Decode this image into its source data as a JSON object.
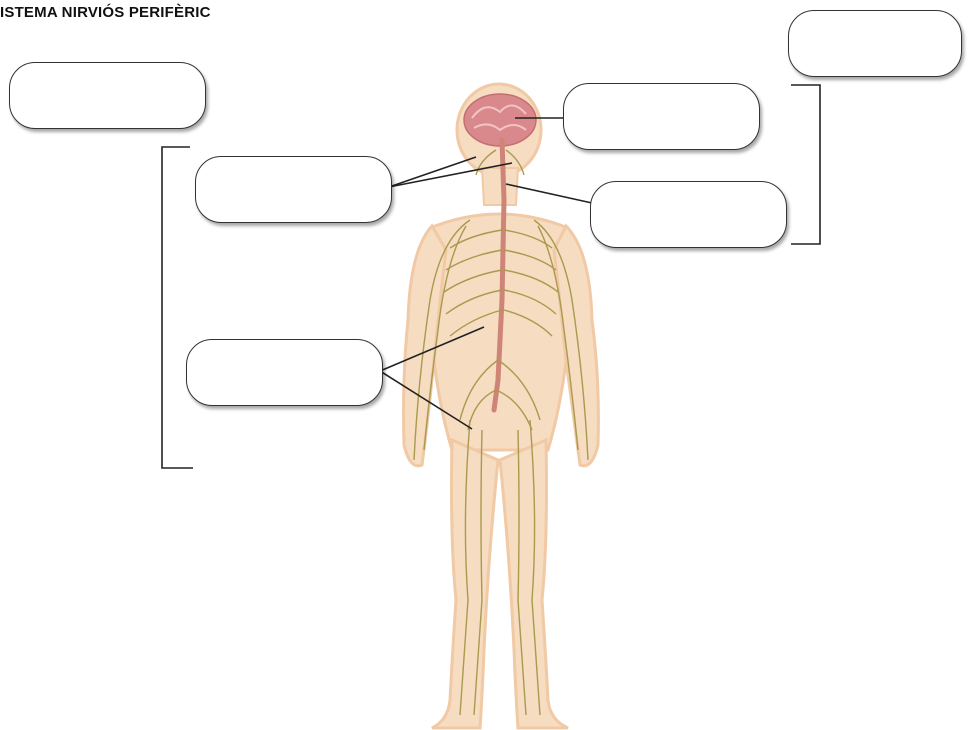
{
  "title": "ISTEMA NIRVIÓS PERIFÈRIC",
  "labels": [
    {
      "id": "box-top-left",
      "text": ""
    },
    {
      "id": "box-left-upper",
      "text": ""
    },
    {
      "id": "box-left-lower",
      "text": ""
    },
    {
      "id": "box-right-top",
      "text": ""
    },
    {
      "id": "box-right-brain",
      "text": ""
    },
    {
      "id": "box-right-spinal",
      "text": ""
    }
  ],
  "colors": {
    "skin": "#f6dcc0",
    "skin_edge": "#f1c9a5",
    "nerve": "#a89a4e",
    "brain": "#d9898b",
    "spinal_cord": "#cf8478",
    "leader_line": "#222222"
  }
}
